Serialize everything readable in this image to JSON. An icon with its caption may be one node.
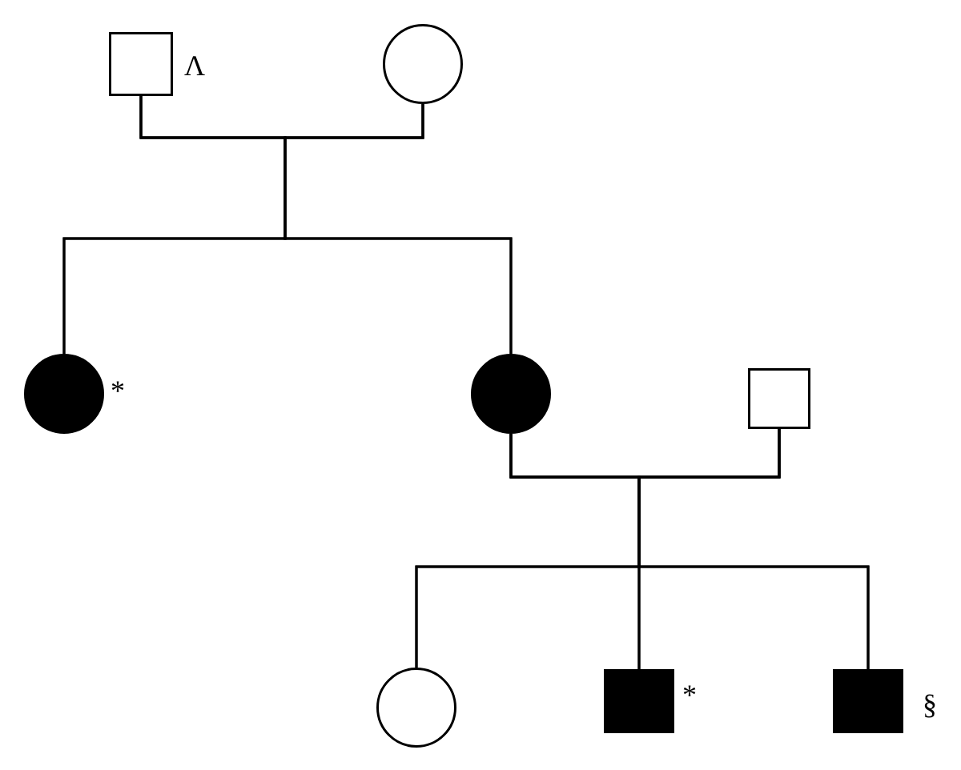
{
  "diagram": {
    "nodes": [
      {
        "text": [],
        "shape": "box",
        "beside": [
          "Λ"
        ]
      },
      {
        "text": [],
        "shape": "circle"
      },
      {
        "text": [],
        "shape": "circle",
        "beside": [
          "*"
        ]
      },
      {
        "text": [],
        "shape": "circle"
      },
      {
        "text": [],
        "shape": "box"
      },
      {
        "text": [],
        "shape": "circle"
      },
      {
        "text": [],
        "shape": "box",
        "beside": [
          "*"
        ]
      },
      {
        "text": [],
        "shape": "box",
        "beside": [
          "§"
        ]
      }
    ],
    "edges": [
      {
        "from": 0,
        "to": 1,
        "arrow": "none"
      },
      {
        "from": 0,
        "to": 2,
        "arrow": "none"
      },
      {
        "from": 0,
        "to": 3,
        "arrow": "none"
      },
      {
        "from": 1,
        "to": 2,
        "arrow": "none"
      },
      {
        "from": 1,
        "to": 3,
        "arrow": "none"
      },
      {
        "from": 3,
        "to": 4,
        "arrow": "none"
      },
      {
        "from": 3,
        "to": 5,
        "arrow": "none"
      },
      {
        "from": 3,
        "to": 6,
        "arrow": "none"
      },
      {
        "from": 3,
        "to": 7,
        "arrow": "none"
      },
      {
        "from": 4,
        "to": 5,
        "arrow": "none"
      },
      {
        "from": 4,
        "to": 6,
        "arrow": "none"
      },
      {
        "from": 4,
        "to": 7,
        "arrow": "none"
      }
    ]
  }
}
